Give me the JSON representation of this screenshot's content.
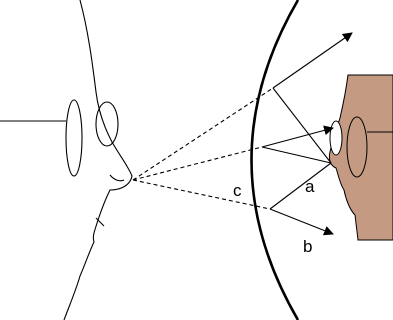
{
  "labels": {
    "a": "a",
    "b": "b",
    "c": "c"
  },
  "colors": {
    "line": "#000000",
    "skin": "#C49A82",
    "background": "#ffffff"
  },
  "icons": {
    "observer": "outline-face-profile-with-glasses",
    "reflection": "shaded-face-profile-with-glasses",
    "mirror": "concave-mirror-arc"
  }
}
